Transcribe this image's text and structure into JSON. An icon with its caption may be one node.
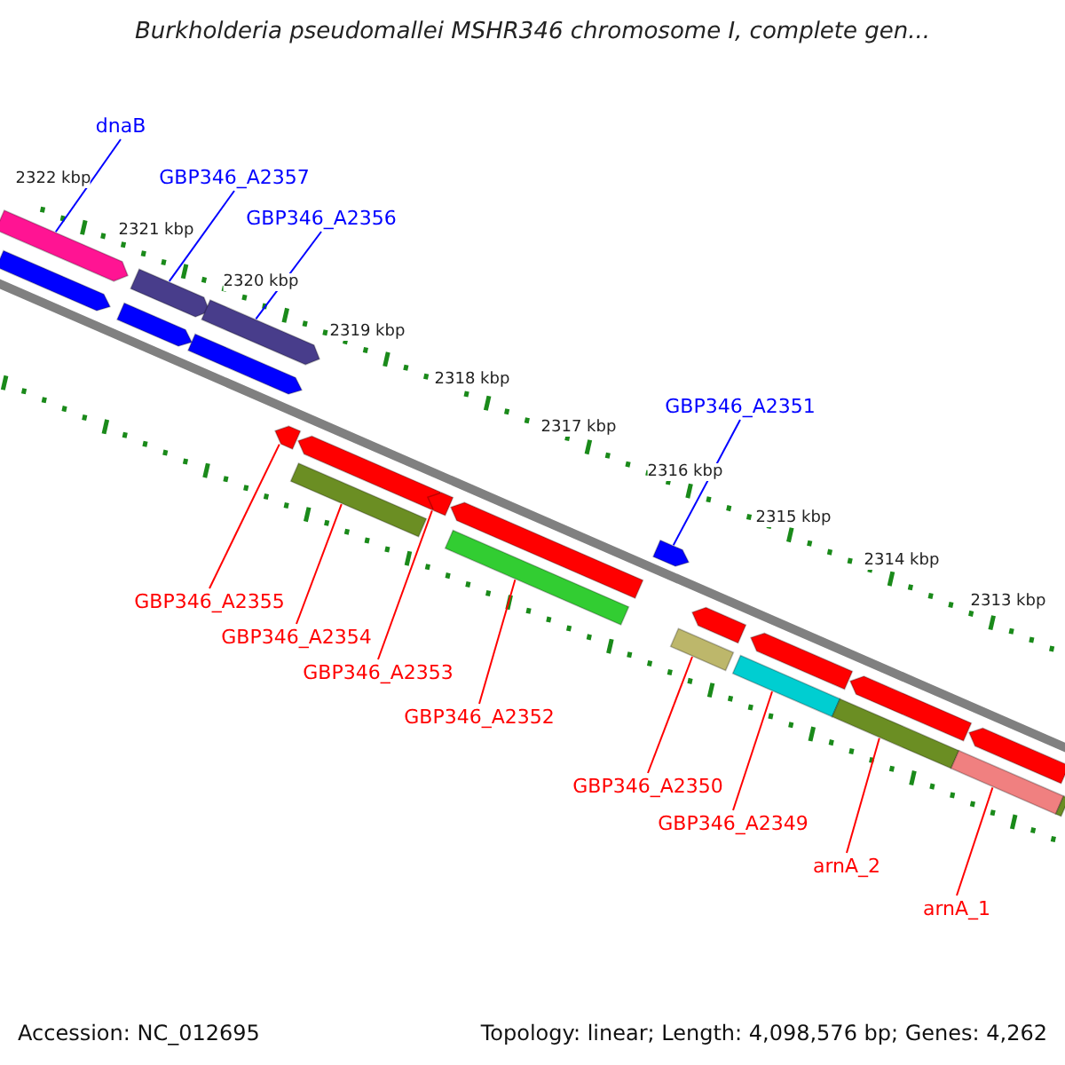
{
  "diagram": {
    "title": "Burkholderia pseudomallei MSHR346 chromosome I, complete gen...",
    "nodes": [
      {
        "text": [
          "dnaB"
        ]
      },
      {
        "text": [
          "GBP346_A2357"
        ]
      },
      {
        "text": [
          "GBP346_A2356"
        ]
      },
      {
        "text": [
          "GBP346_A2351"
        ]
      },
      {
        "text": [
          "GBP346_A2355"
        ]
      },
      {
        "text": [
          "GBP346_A2354"
        ]
      },
      {
        "text": [
          "GBP346_A2353"
        ]
      },
      {
        "text": [
          "GBP346_A2352"
        ]
      },
      {
        "text": [
          "GBP346_A2350"
        ]
      },
      {
        "text": [
          "GBP346_A2349"
        ]
      },
      {
        "text": [
          "arnA_2"
        ]
      },
      {
        "text": [
          "arnA_1"
        ]
      },
      {
        "text": [],
        "shape": "bar"
      },
      {
        "text": [],
        "shape": "bar"
      },
      {
        "text": [],
        "shape": "bar"
      },
      {
        "text": [],
        "shape": "bar"
      },
      {
        "text": [],
        "shape": "bar"
      },
      {
        "text": [],
        "shape": "bar"
      },
      {
        "text": [],
        "shape": "bar"
      },
      {
        "text": [],
        "shape": "bar"
      },
      {
        "text": [],
        "shape": "bar"
      },
      {
        "text": [],
        "shape": "bar"
      },
      {
        "text": [],
        "shape": "bar"
      },
      {
        "text": [],
        "shape": "bar"
      },
      {
        "text": [],
        "shape": "bar"
      },
      {
        "text": [],
        "shape": "bar"
      },
      {
        "text": [],
        "shape": "bar"
      },
      {
        "text": [],
        "shape": "bar"
      },
      {
        "text": [],
        "shape": "bar"
      },
      {
        "text": [],
        "shape": "bar"
      },
      {
        "text": [],
        "shape": "bar"
      },
      {
        "text": [],
        "shape": "bar"
      },
      {
        "text": [],
        "shape": "bar"
      },
      {
        "text": [],
        "shape": "bar"
      }
    ],
    "edges": [
      {
        "from": 0,
        "to": 12,
        "arrow": "none",
        "color": "#0000ff"
      },
      {
        "from": 1,
        "to": 13,
        "arrow": "none",
        "color": "#0000ff"
      },
      {
        "from": 2,
        "to": 14,
        "arrow": "none",
        "color": "#0000ff"
      },
      {
        "from": 3,
        "to": 18,
        "arrow": "none",
        "color": "#0000ff"
      },
      {
        "from": 4,
        "to": 19,
        "arrow": "none"
      },
      {
        "from": 5,
        "to": 21,
        "arrow": "none"
      },
      {
        "from": 6,
        "to": 22,
        "arrow": "none"
      },
      {
        "from": 7,
        "to": 24,
        "arrow": "none"
      },
      {
        "from": 8,
        "to": 26,
        "arrow": "none"
      },
      {
        "from": 9,
        "to": 28,
        "arrow": "none"
      },
      {
        "from": 10,
        "to": 30,
        "arrow": "none"
      },
      {
        "from": 11,
        "to": 32,
        "arrow": "none"
      }
    ],
    "labels": [
      "2322 kbp",
      "2321 kbp",
      "2320 kbp",
      "2319 kbp",
      "2318 kbp",
      "2317 kbp",
      "2316 kbp",
      "2315 kbp",
      "2314 kbp",
      "2313 kbp",
      "Accession: NC_012695",
      "Topology: linear; Length: 4,098,576 bp; Genes: 4,262"
    ]
  }
}
